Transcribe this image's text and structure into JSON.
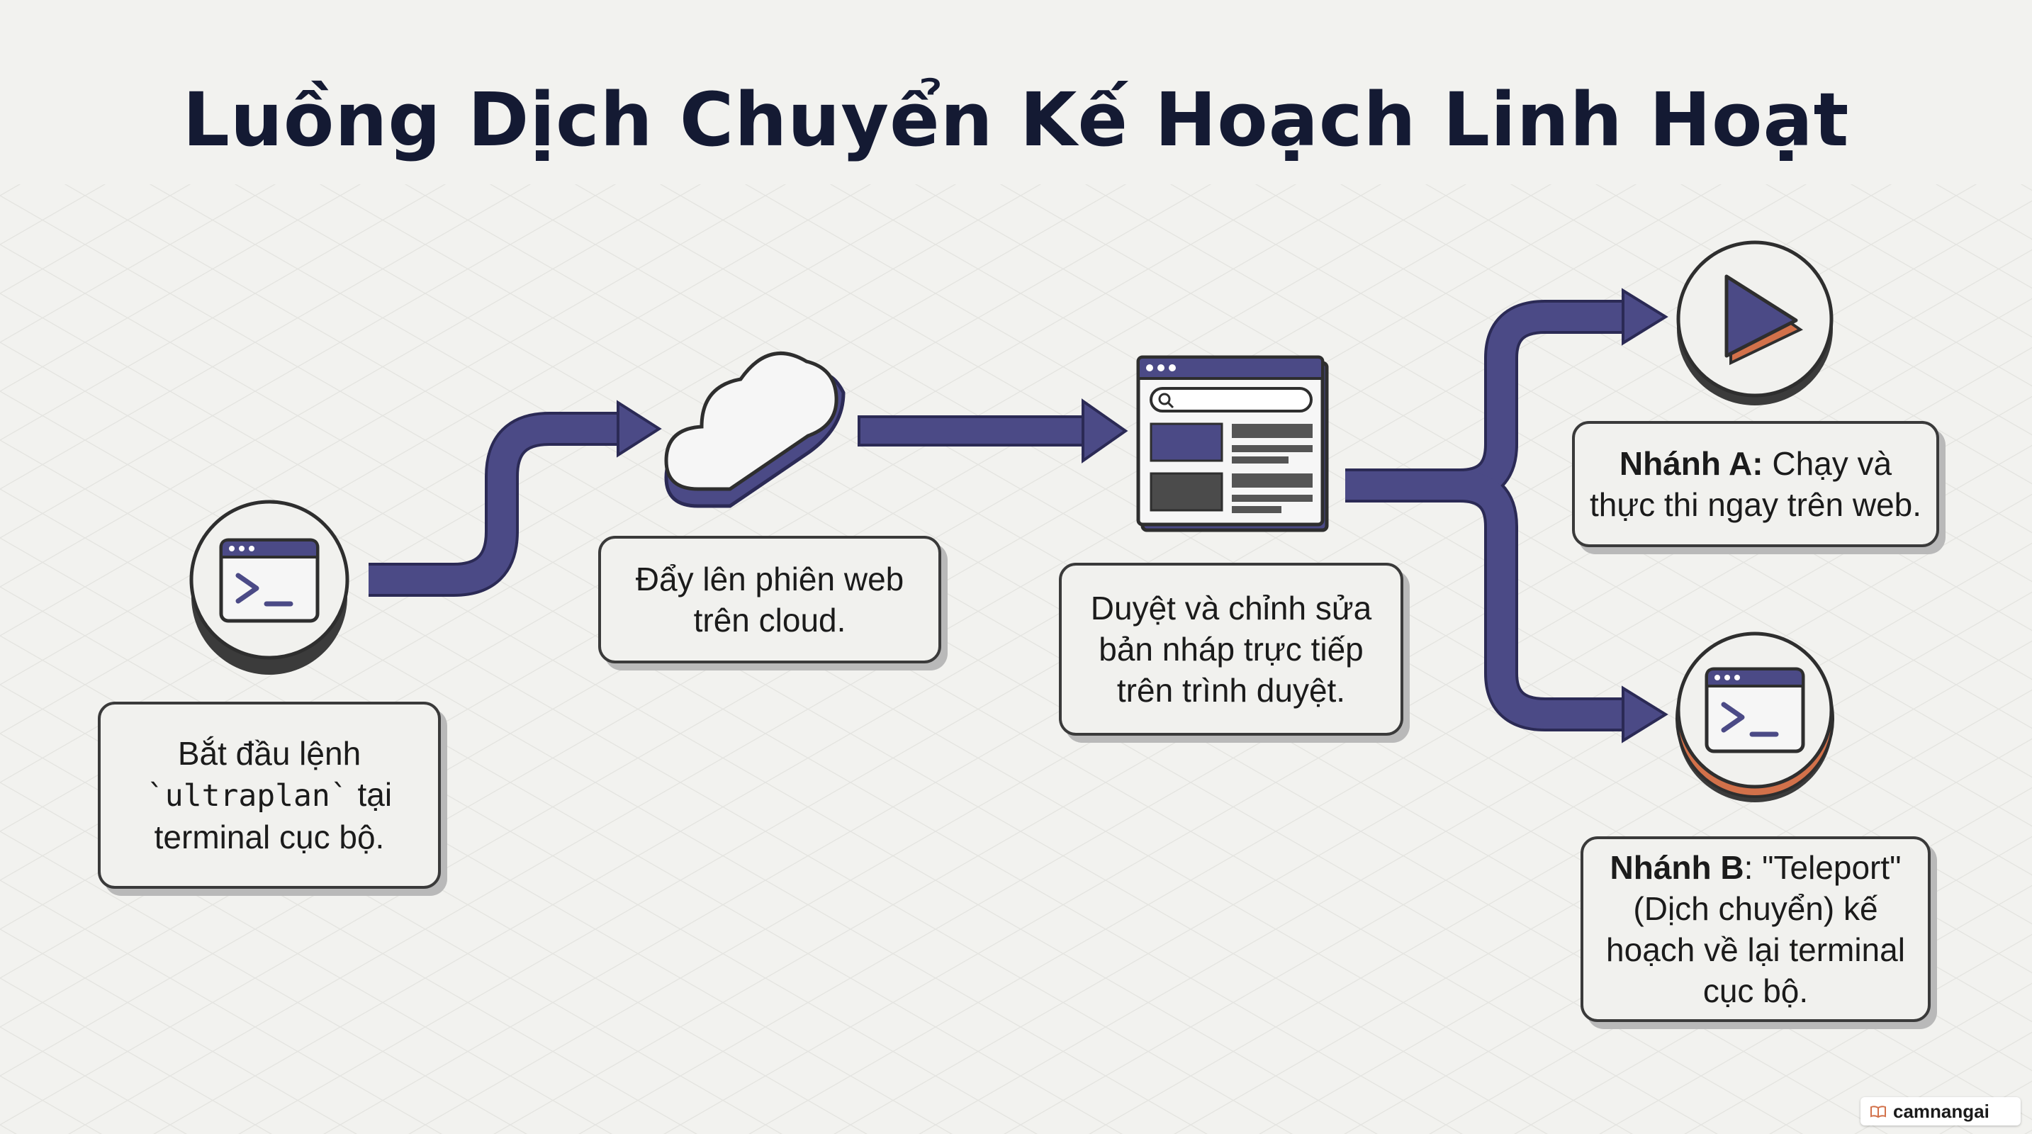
{
  "title": "Luồng Dịch Chuyển Kế Hoạch Linh Hoạt",
  "steps": {
    "start": {
      "pre": "Bắt đầu lệnh",
      "code": "`ultraplan`",
      "post": "tại",
      "line3": "terminal cục bộ."
    },
    "cloud": {
      "line1": "Đẩy lên phiên web",
      "line2": "trên cloud."
    },
    "review": {
      "line1": "Duyệt và chỉnh sửa",
      "line2": "bản nháp trực tiếp",
      "line3": "trên trình duyệt."
    },
    "branch_a": {
      "label": "Nhánh A:",
      "line1": "Chạy và",
      "line2": "thực thi ngay trên web."
    },
    "branch_b": {
      "label": "Nhánh B",
      "line1": ": \"Teleport\"",
      "line2": "(Dịch chuyển) kế",
      "line3": "hoạch về lại terminal",
      "line4": "cục bộ."
    }
  },
  "icons": [
    "terminal-icon",
    "cloud-icon",
    "browser-icon",
    "play-icon",
    "terminal-icon"
  ],
  "colors": {
    "arrow": "#4b4a86",
    "accent_orange": "#d2714a",
    "title": "#141a33",
    "background": "#f2f2ef"
  },
  "watermark": {
    "text": "camnangai"
  }
}
